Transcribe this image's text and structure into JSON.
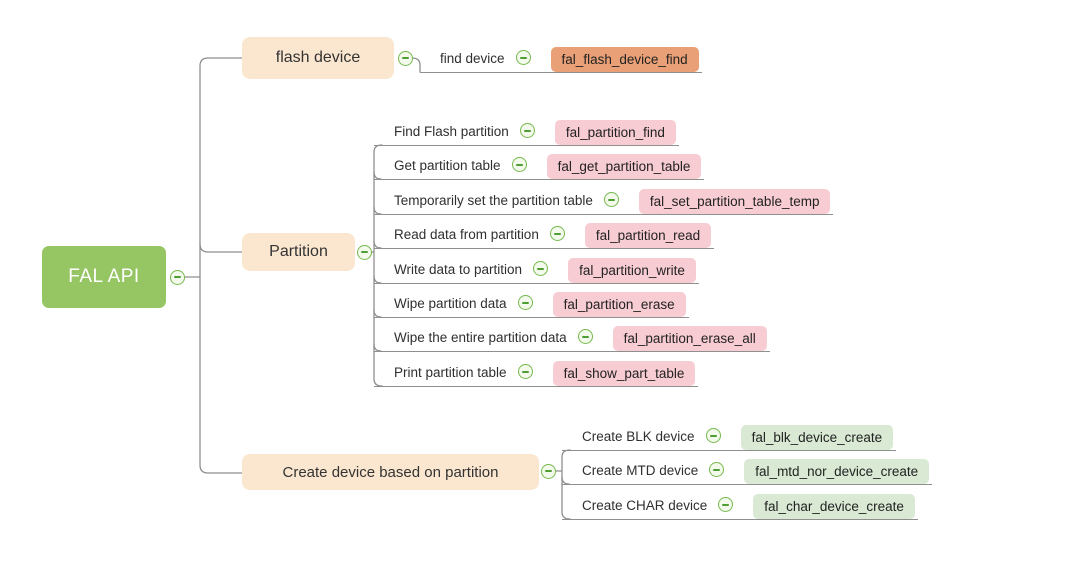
{
  "app": {
    "type": "mind-map",
    "background": "#ffffff"
  },
  "root": {
    "label": "FAL API"
  },
  "branches": [
    {
      "label": "flash device",
      "children": [
        {
          "label": "find device",
          "api": "fal_flash_device_find"
        }
      ]
    },
    {
      "label": "Partition",
      "children": [
        {
          "label": "Find Flash partition",
          "api": "fal_partition_find"
        },
        {
          "label": "Get partition table",
          "api": "fal_get_partition_table"
        },
        {
          "label": "Temporarily set the partition table",
          "api": "fal_set_partition_table_temp"
        },
        {
          "label": "Read data from partition",
          "api": "fal_partition_read"
        },
        {
          "label": "Write data to partition",
          "api": "fal_partition_write"
        },
        {
          "label": "Wipe partition data",
          "api": "fal_partition_erase"
        },
        {
          "label": "Wipe the entire partition data",
          "api": "fal_partition_erase_all"
        },
        {
          "label": "Print partition table",
          "api": "fal_show_part_table"
        }
      ]
    },
    {
      "label": "Create device based on partition",
      "children": [
        {
          "label": "Create BLK device",
          "api": "fal_blk_device_create"
        },
        {
          "label": "Create MTD device",
          "api": "fal_mtd_nor_device_create"
        },
        {
          "label": "Create CHAR device",
          "api": "fal_char_device_create"
        }
      ]
    }
  ],
  "colors": {
    "root_bg": "#96c563",
    "branch_bg": "#fbe7d0",
    "chip_flash": "#e9a077",
    "chip_partition": "#f8ccd3",
    "chip_create": "#d9e9d4",
    "connector_line": "#8f8f8f",
    "collapse_icon_green": "#76b94d"
  },
  "icons": {
    "collapse": "minus-circle"
  }
}
